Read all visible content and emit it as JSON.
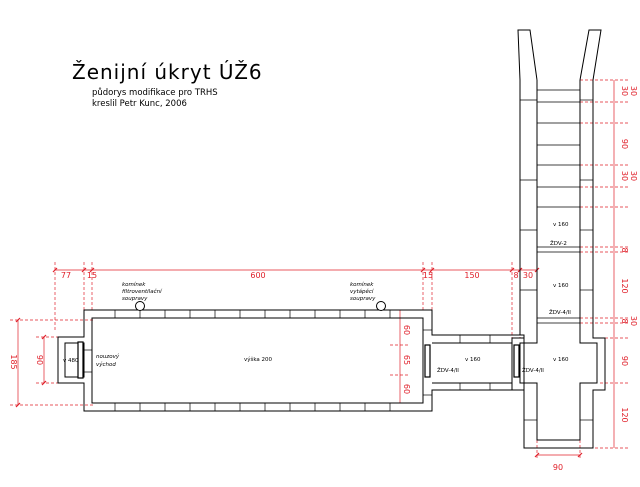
{
  "drawing": {
    "title": "Ženijní úkryt ÚŽ6",
    "subtitle_1": "půdorys modifikace pro TRHS",
    "subtitle_2": "kreslil Petr Kunc, 2006"
  },
  "dimensions": {
    "top_77": "77",
    "top_15a": "15",
    "top_600": "600",
    "top_15b": "15",
    "top_150": "150",
    "top_8": "8",
    "top_30": "30",
    "left_185": "185",
    "left_90": "90",
    "inner_60a": "60",
    "inner_65": "65",
    "inner_60b": "60",
    "right_30a": "30",
    "right_30b": "30",
    "right_90a": "90",
    "right_30c": "30",
    "right_30d": "30",
    "right_8a": "8",
    "right_120a": "120",
    "right_8b": "8",
    "right_30e": "30",
    "right_90b": "90",
    "right_120b": "120",
    "bottom_90": "90"
  },
  "labels": {
    "chimney_left_1": "komínek",
    "chimney_left_2": "filtroventilační",
    "chimney_left_3": "soupravy",
    "chimney_right_1": "komínek",
    "chimney_right_2": "vytápěcí",
    "chimney_right_3": "soupravy",
    "emergency_1": "nouzový",
    "emergency_2": "východ",
    "v480": "v 480",
    "height_200": "výška 200",
    "v160_corr": "v 160",
    "v160_cross": "v 160",
    "v160_shaft1": "v 160",
    "v160_shaft2": "v 160",
    "door_zdv4_main": "ŽDV-4/II",
    "door_zdv4_corr": "ŽDV-4/II",
    "door_zdv4_shaft": "ŽDV-4/II",
    "door_zdv2": "ŽDV-2"
  }
}
